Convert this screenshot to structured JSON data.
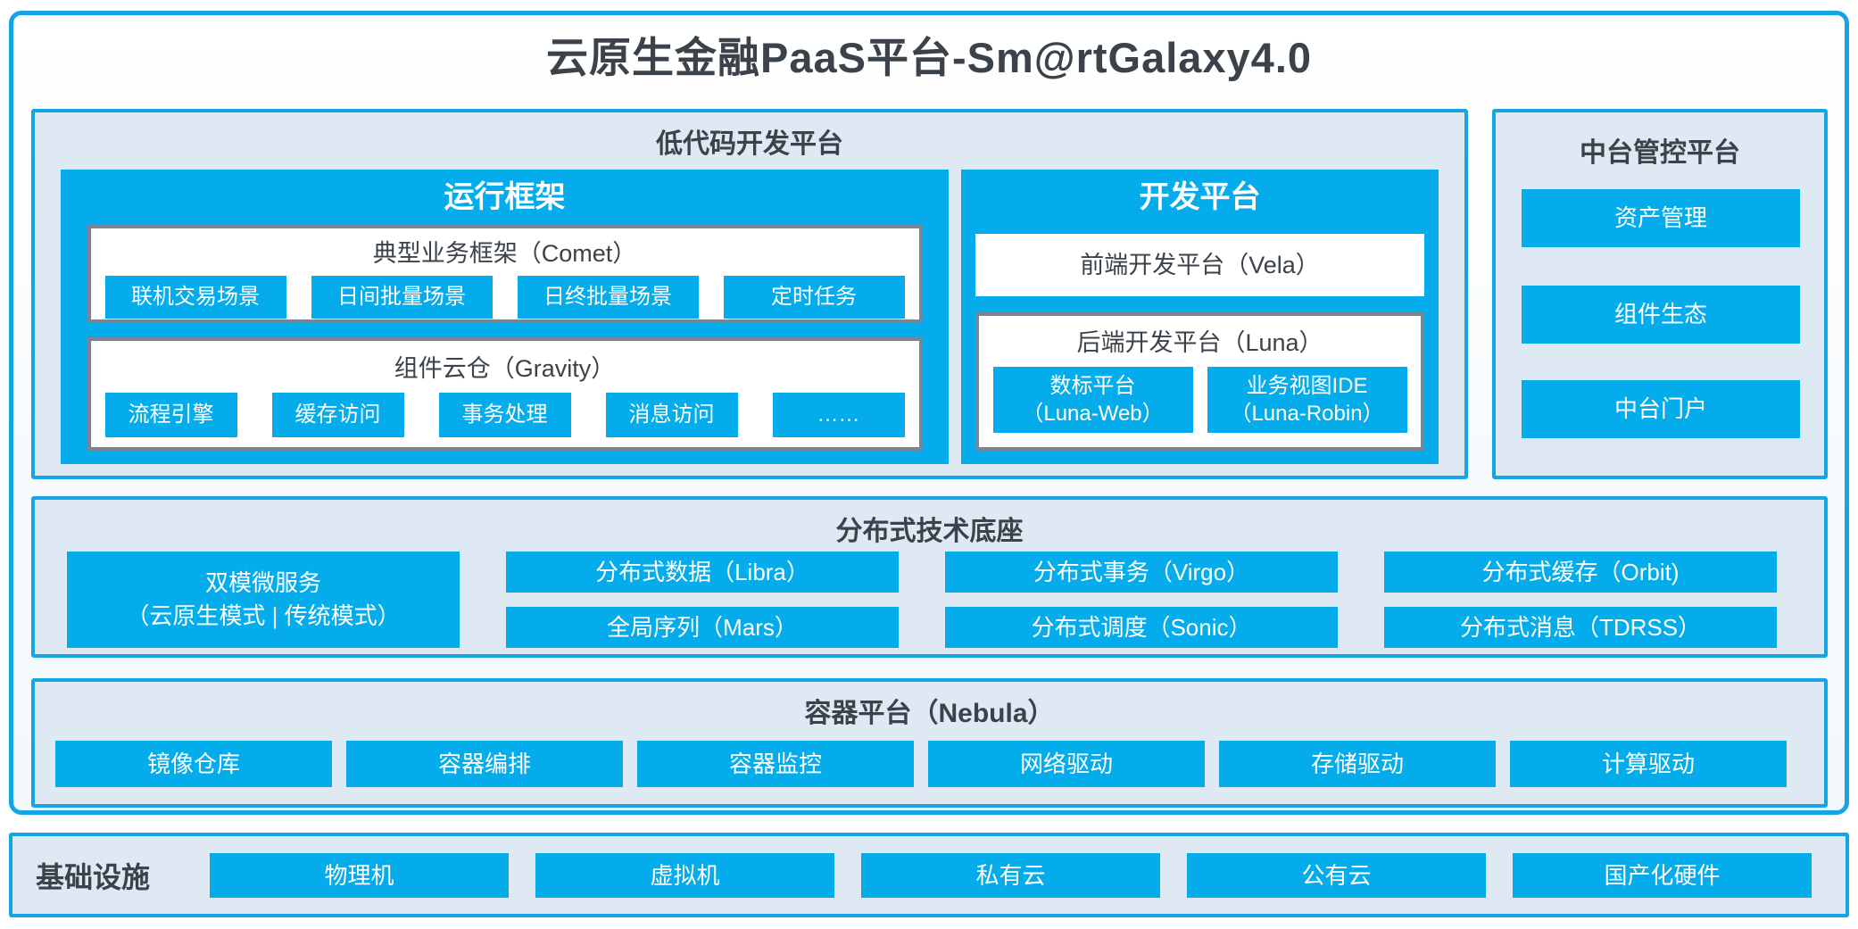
{
  "title": "云原生金融PaaS平台-Sm@rtGalaxy4.0",
  "colors": {
    "blue": "#04ACEC",
    "border-blue": "#15A4E4",
    "panel-bg": "#DFE9F4",
    "gray-border": "#7B8492",
    "dark": "#3B4249"
  },
  "low_code": {
    "title": "低代码开发平台",
    "runtime": {
      "title": "运行框架",
      "comet": {
        "title": "典型业务框架（Comet）",
        "items": [
          "联机交易场景",
          "日间批量场景",
          "日终批量场景",
          "定时任务"
        ]
      },
      "gravity": {
        "title": "组件云仓（Gravity）",
        "items": [
          "流程引擎",
          "缓存访问",
          "事务处理",
          "消息访问",
          "……"
        ]
      }
    },
    "dev": {
      "title": "开发平台",
      "vela": "前端开发平台（Vela）",
      "luna": {
        "title": "后端开发平台（Luna）",
        "items": [
          {
            "name": "数标平台",
            "sub": "（Luna-Web）"
          },
          {
            "name": "业务视图IDE",
            "sub": "（Luna-Robin）"
          }
        ]
      }
    }
  },
  "mid_platform": {
    "title": "中台管控平台",
    "items": [
      "资产管理",
      "组件生态",
      "中台门户"
    ]
  },
  "distributed": {
    "title": "分布式技术底座",
    "dual_mode": {
      "line1": "双模微服务",
      "line2": "（云原生模式 | 传统模式）"
    },
    "columns": [
      [
        "分布式数据（Libra）",
        "全局序列（Mars）"
      ],
      [
        "分布式事务（Virgo）",
        "分布式调度（Sonic）"
      ],
      [
        "分布式缓存（Orbit)",
        "分布式消息（TDRSS）"
      ]
    ]
  },
  "container_platform": {
    "title": "容器平台（Nebula）",
    "items": [
      "镜像仓库",
      "容器编排",
      "容器监控",
      "网络驱动",
      "存储驱动",
      "计算驱动"
    ]
  },
  "infrastructure": {
    "title": "基础设施",
    "items": [
      "物理机",
      "虚拟机",
      "私有云",
      "公有云",
      "国产化硬件"
    ]
  }
}
